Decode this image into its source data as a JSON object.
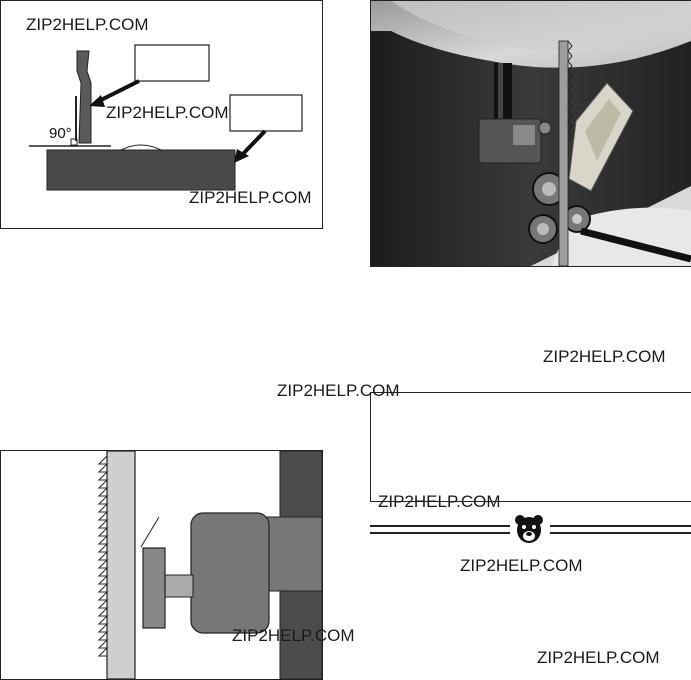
{
  "watermark": "ZIP2HELP.COM",
  "figure1": {
    "angle_label": "90°"
  },
  "logo": {
    "name": "bear-head-logo"
  },
  "colors": {
    "block": "#4a4a4a",
    "blade": "#cfcfcf",
    "photo_bg": "#2a2a2a"
  }
}
